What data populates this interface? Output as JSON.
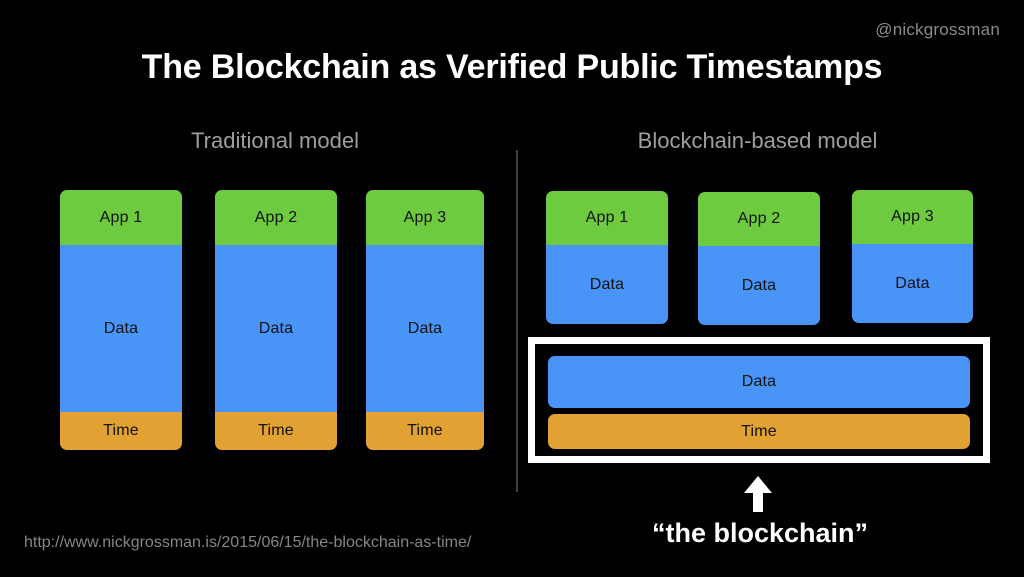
{
  "slide": {
    "handle": "@nickgrossman",
    "title": "The Blockchain as Verified Public Timestamps",
    "source_url": "http://www.nickgrossman.is/2015/06/15/the-blockchain-as-time/",
    "background_color": "#000000"
  },
  "sections": {
    "left_label": "Traditional model",
    "right_label": "Blockchain-based model"
  },
  "colors": {
    "app_green": "#6ECB3F",
    "data_blue": "#4895F7",
    "time_orange": "#E2A133",
    "divider_gray": "#3d4044",
    "label_gray": "#9e9e9e",
    "highlight_white": "#ffffff"
  },
  "traditional_stacks": [
    {
      "app": "App 1",
      "data": "Data",
      "time": "Time"
    },
    {
      "app": "App 2",
      "data": "Data",
      "time": "Time"
    },
    {
      "app": "App 3",
      "data": "Data",
      "time": "Time"
    }
  ],
  "blockchain_stacks": [
    {
      "app": "App 1",
      "data": "Data"
    },
    {
      "app": "App 2",
      "data": "Data"
    },
    {
      "app": "App 3",
      "data": "Data"
    }
  ],
  "blockchain_box": {
    "data_label": "Data",
    "time_label": "Time",
    "caption": "“the blockchain”",
    "arrow": "up-arrow"
  }
}
